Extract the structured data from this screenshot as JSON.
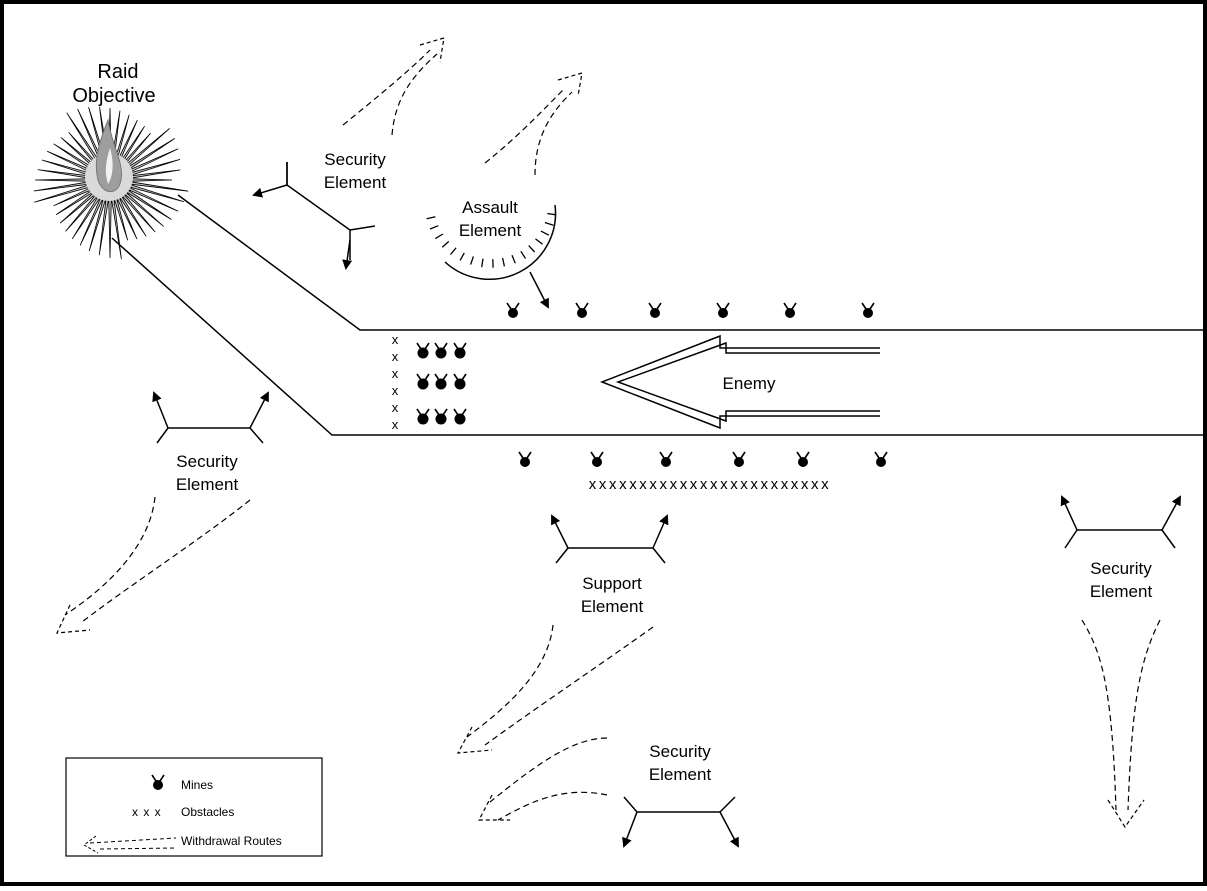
{
  "objective": {
    "line1": "Raid",
    "line2": "Objective"
  },
  "elements": {
    "security_top": {
      "line1": "Security",
      "line2": "Element"
    },
    "assault": {
      "line1": "Assault",
      "line2": "Element"
    },
    "security_left": {
      "line1": "Security",
      "line2": "Element"
    },
    "support": {
      "line1": "Support",
      "line2": "Element"
    },
    "security_right": {
      "line1": "Security",
      "line2": "Element"
    },
    "security_bottom": {
      "line1": "Security",
      "line2": "Element"
    }
  },
  "enemy": {
    "label": "Enemy"
  },
  "obstacle_rows": {
    "bottom": "xxxxxxxxxxxxxxxxxxxxxxxx",
    "left_column": [
      "x",
      "x",
      "x",
      "x",
      "x",
      "x"
    ]
  },
  "legend": {
    "mines": "Mines",
    "obstacles_symbol": "x x x",
    "obstacles": "Obstacles",
    "routes": "Withdrawal Routes"
  }
}
